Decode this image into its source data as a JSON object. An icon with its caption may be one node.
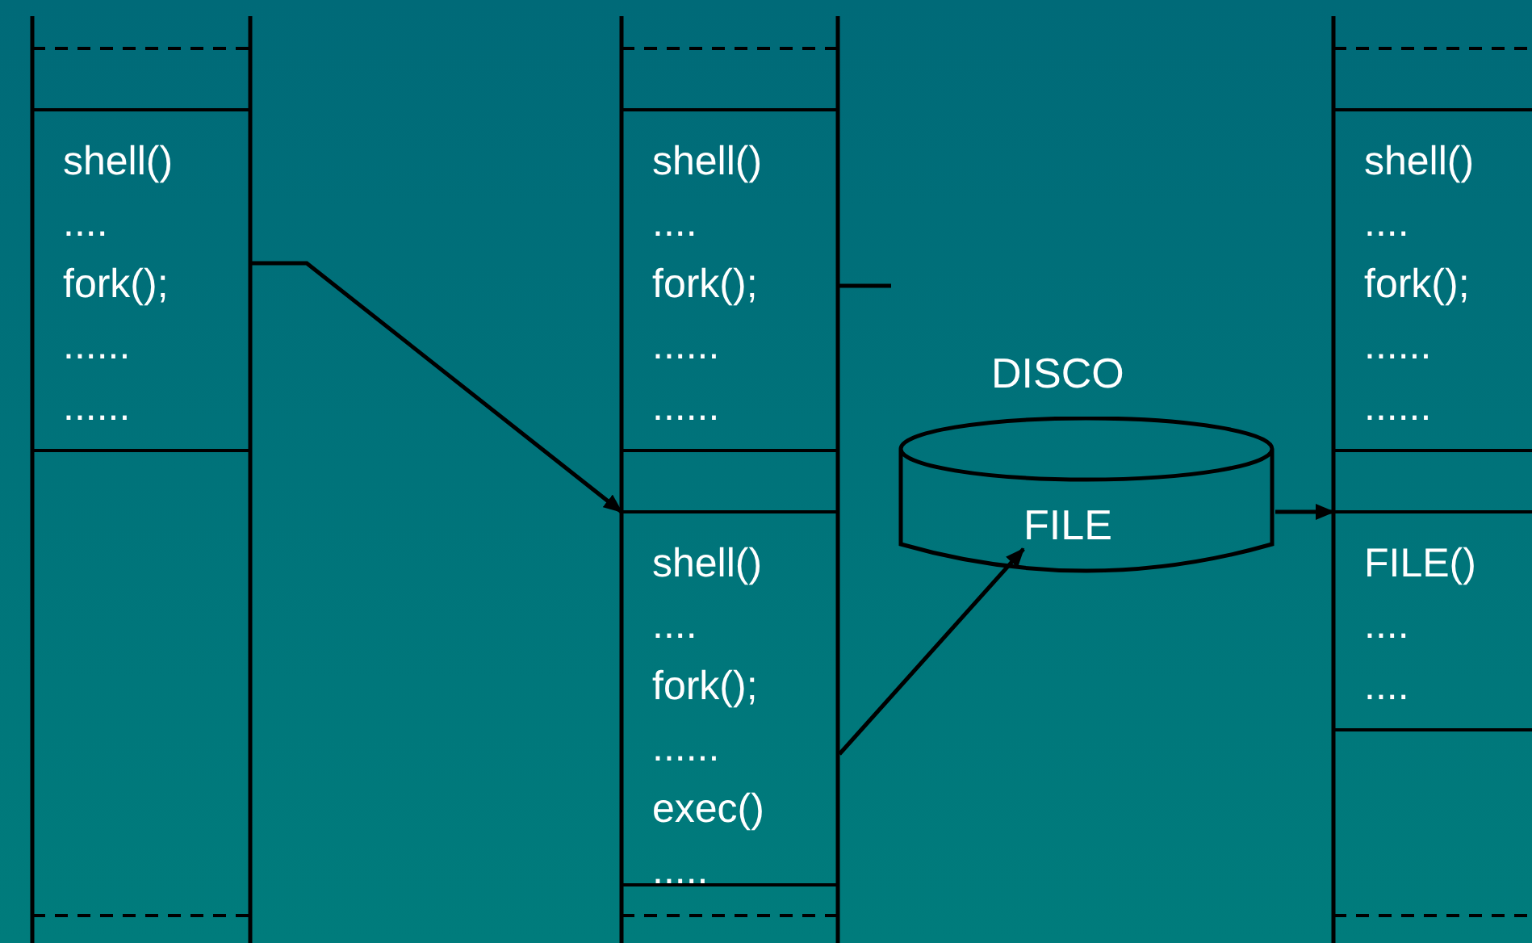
{
  "diagram": {
    "nodes": [
      {
        "text": [
          "shell()",
          "....",
          "fork();",
          "......",
          "......"
        ]
      },
      {
        "text": [
          "shell()",
          "....",
          "fork();",
          "......",
          "......"
        ]
      },
      {
        "text": [
          "shell()",
          "....",
          "fork();",
          "......",
          "exec()",
          "....."
        ]
      },
      {
        "text": [
          "FILE"
        ],
        "beside": [
          "DISCO"
        ]
      },
      {
        "text": [
          "shell()",
          "....",
          "fork();",
          "......",
          "......"
        ]
      },
      {
        "text": [
          "FILE()",
          "....",
          "...."
        ]
      }
    ],
    "edges": [
      {
        "from": 0,
        "to": 2,
        "arrow": "to"
      },
      {
        "from": 1,
        "to": null,
        "arrow": "none"
      },
      {
        "from": 2,
        "to": 3,
        "arrow": "to"
      },
      {
        "from": 3,
        "to": 5,
        "arrow": "to"
      }
    ]
  }
}
